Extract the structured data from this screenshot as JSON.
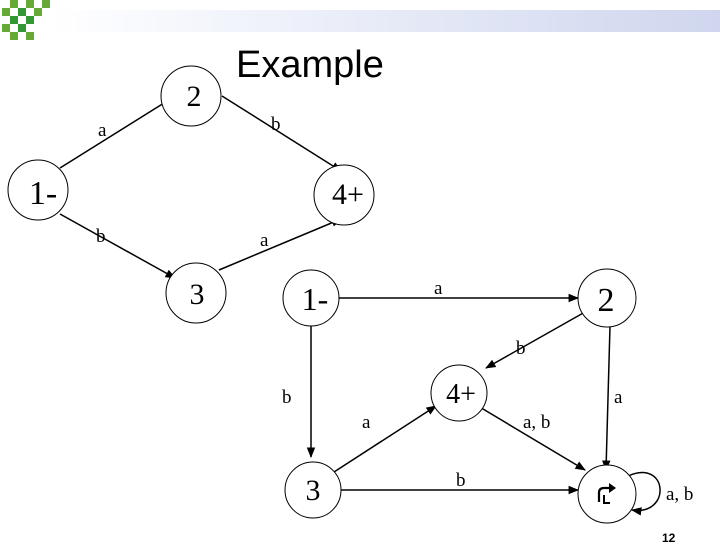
{
  "slide": {
    "title": "Example",
    "page_number": "12",
    "top_diagram": {
      "states": {
        "s1": "1-",
        "s2": "2",
        "s3": "3",
        "s4": "4+"
      },
      "edges": {
        "e12": "a",
        "e24": "b",
        "e13": "b",
        "e34": "a"
      }
    },
    "bottom_diagram": {
      "states": {
        "s1": "1-",
        "s2": "2",
        "s3": "3",
        "s4": "4+"
      },
      "edges": {
        "e12": "a",
        "e13": "b",
        "e24": "b",
        "e25": "a",
        "e34": "a",
        "e35": "b",
        "e45": "a, b",
        "e55": "a, b"
      }
    }
  }
}
